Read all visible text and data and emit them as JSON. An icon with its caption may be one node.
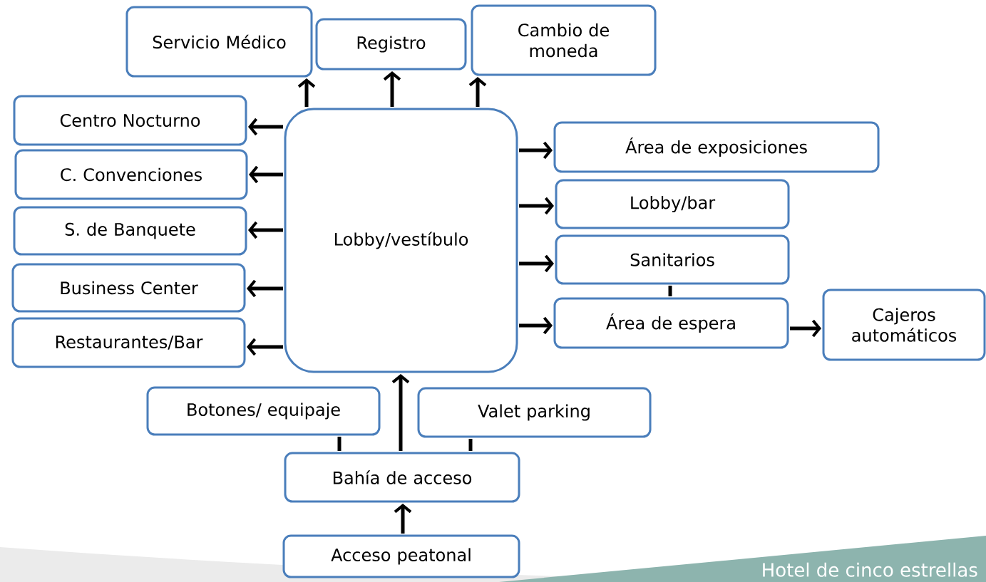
{
  "diagram": {
    "nodes": [
      {
        "text": [
          "Servicio Médico"
        ]
      },
      {
        "text": [
          "Registro"
        ]
      },
      {
        "text": [
          "Cambio de moneda"
        ]
      },
      {
        "text": [
          "Centro Nocturno"
        ]
      },
      {
        "text": [
          "C. Convenciones"
        ]
      },
      {
        "text": [
          "S. de Banquete"
        ]
      },
      {
        "text": [
          "Business Center"
        ]
      },
      {
        "text": [
          "Restaurantes/Bar"
        ]
      },
      {
        "text": [
          "Lobby/vestíbulo"
        ]
      },
      {
        "text": [
          "Área de exposiciones"
        ]
      },
      {
        "text": [
          "Lobby/bar"
        ]
      },
      {
        "text": [
          "Sanitarios"
        ]
      },
      {
        "text": [
          "Área de espera"
        ]
      },
      {
        "text": [
          "Cajeros automáticos"
        ]
      },
      {
        "text": [
          "Botones/ equipaje"
        ]
      },
      {
        "text": [
          "Valet parking"
        ]
      },
      {
        "text": [
          "Bahía de acceso"
        ]
      },
      {
        "text": [
          "Acceso peatonal"
        ]
      }
    ],
    "edges": [
      {
        "from": 8,
        "to": 0,
        "arrow": "to"
      },
      {
        "from": 8,
        "to": 1,
        "arrow": "to"
      },
      {
        "from": 8,
        "to": 2,
        "arrow": "to"
      },
      {
        "from": 8,
        "to": 3,
        "arrow": "to"
      },
      {
        "from": 8,
        "to": 4,
        "arrow": "to"
      },
      {
        "from": 8,
        "to": 5,
        "arrow": "to"
      },
      {
        "from": 8,
        "to": 6,
        "arrow": "to"
      },
      {
        "from": 8,
        "to": 7,
        "arrow": "to"
      },
      {
        "from": 8,
        "to": 9,
        "arrow": "to"
      },
      {
        "from": 8,
        "to": 10,
        "arrow": "to"
      },
      {
        "from": 8,
        "to": 11,
        "arrow": "to"
      },
      {
        "from": 8,
        "to": 12,
        "arrow": "to"
      },
      {
        "from": 12,
        "to": 13,
        "arrow": "to"
      },
      {
        "from": 11,
        "to": 12,
        "arrow": "none"
      },
      {
        "from": 16,
        "to": 14,
        "arrow": "none"
      },
      {
        "from": 16,
        "to": 15,
        "arrow": "none"
      },
      {
        "from": 16,
        "to": 8,
        "arrow": "to"
      },
      {
        "from": 17,
        "to": 16,
        "arrow": "to"
      }
    ],
    "labels": [
      "Hotel de cinco estrellas"
    ]
  }
}
